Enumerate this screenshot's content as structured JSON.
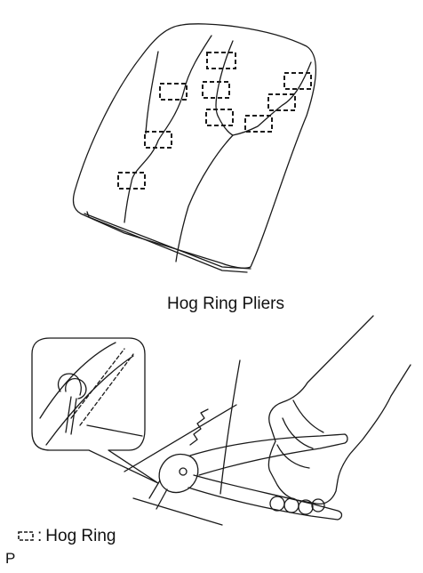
{
  "labels": {
    "pliers": "Hog Ring Pliers",
    "legend_separator": ":",
    "legend_text": "Hog Ring",
    "figure_code": "P"
  },
  "figure": {
    "line_color": "#1a1a1a",
    "background": "#ffffff",
    "hog_ring_icon": "dashed-square-icon"
  }
}
